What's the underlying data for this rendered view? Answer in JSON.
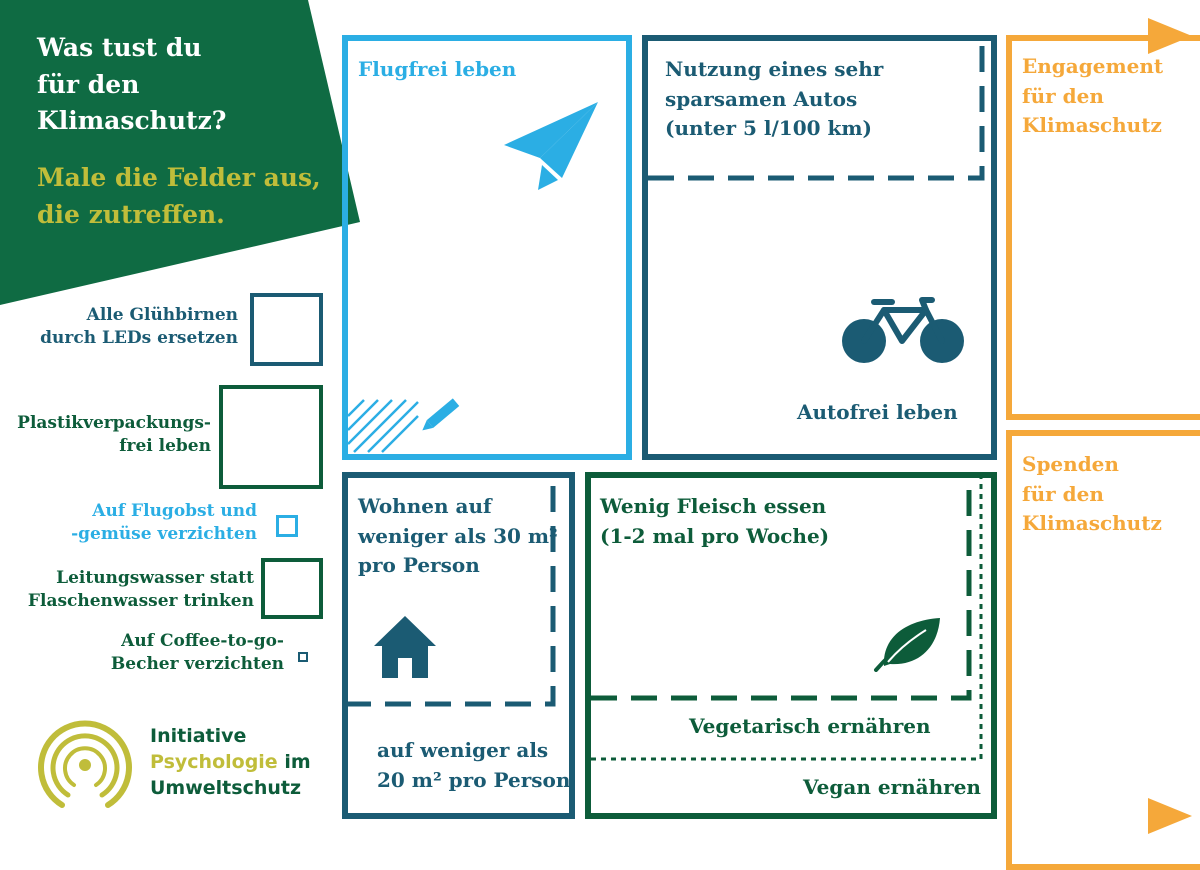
{
  "header": {
    "question_lines": [
      "Was tust du",
      "für den",
      "Klimaschutz?"
    ],
    "instruction_lines": [
      "Male die Felder aus,",
      "die zutreffen."
    ]
  },
  "checklist": [
    {
      "lines": [
        "Alle Glühbirnen",
        "durch LEDs ersetzen"
      ]
    },
    {
      "lines": [
        "Plastikverpackungs-",
        "frei leben"
      ]
    },
    {
      "lines": [
        "Auf Flugobst und",
        "-gemüse verzichten"
      ]
    },
    {
      "lines": [
        "Leitungswasser statt",
        "Flaschenwasser trinken"
      ]
    },
    {
      "lines": [
        "Auf Coffee-to-go-",
        "Becher verzichten"
      ]
    }
  ],
  "panels": {
    "flight": {
      "title": "Flugfrei leben"
    },
    "car": {
      "title_lines": [
        "Nutzung eines sehr",
        "sparsamen Autos",
        "(unter 5 l/100 km)"
      ],
      "car_free": "Autofrei leben"
    },
    "engagement": {
      "title_lines": [
        "Engagement",
        "für den",
        "Klimaschutz"
      ]
    },
    "donations": {
      "title_lines": [
        "Spenden",
        "für den",
        "Klimaschutz"
      ]
    },
    "housing": {
      "title_lines": [
        "Wohnen auf",
        "weniger als 30 m²",
        "pro Person"
      ],
      "small_lines": [
        "auf weniger als",
        "20 m² pro Person"
      ]
    },
    "food": {
      "title_lines": [
        "Wenig Fleisch essen",
        "(1-2 mal pro Woche)"
      ],
      "vegetarian": "Vegetarisch ernähren",
      "vegan": "Vegan ernähren"
    }
  },
  "logo": {
    "line1": "Initiative",
    "line2_accent": "Psychologie",
    "line2_rest": " im",
    "line3": "Umweltschutz"
  },
  "icons": [
    "paper-plane-icon",
    "pencil-icon",
    "bicycle-icon",
    "house-icon",
    "leaf-icon",
    "arrow-right-icon"
  ],
  "colors": {
    "dark_green": "#0f6b43",
    "navy": "#1b5b73",
    "sky_blue": "#2baee4",
    "green": "#0d5c3a",
    "orange": "#f5a83a",
    "lime": "#c0bd3a"
  }
}
